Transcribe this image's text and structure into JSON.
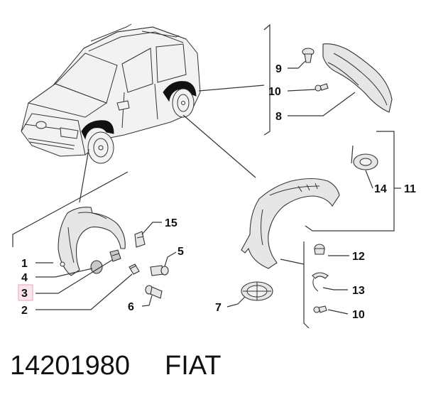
{
  "callouts": {
    "c1": "1",
    "c2": "2",
    "c3": "3",
    "c4": "4",
    "c5": "5",
    "c6": "6",
    "c7": "7",
    "c8": "8",
    "c9": "9",
    "c10a": "10",
    "c10b": "10",
    "c11": "11",
    "c12": "12",
    "c13": "13",
    "c14": "14",
    "c15": "15"
  },
  "highlighted_callout": "3",
  "footer": {
    "part_number": "14201980",
    "brand": "FIAT"
  },
  "colors": {
    "highlight_fill": "#fbe4ea",
    "highlight_stroke": "#e8a3b5",
    "line": "#333333",
    "part_fill": "#e6e6e6"
  }
}
